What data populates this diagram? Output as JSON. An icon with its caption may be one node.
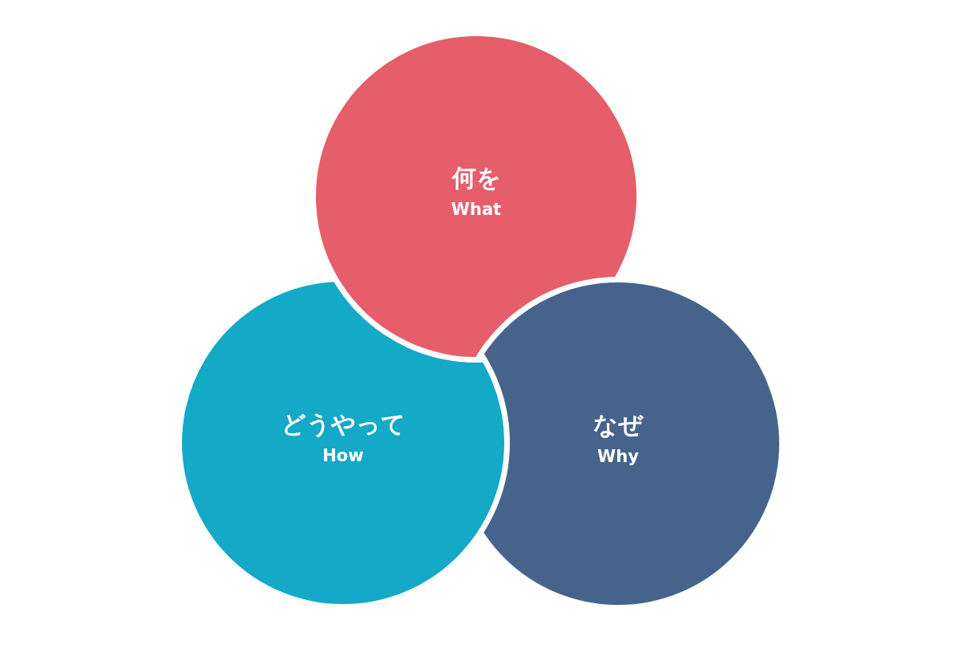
{
  "diagram": {
    "nodes": [
      {
        "text": [
          "何を",
          "What"
        ]
      },
      {
        "text": [
          "どうやって",
          "How"
        ]
      },
      {
        "text": [
          "なぜ",
          "Why"
        ]
      }
    ]
  }
}
